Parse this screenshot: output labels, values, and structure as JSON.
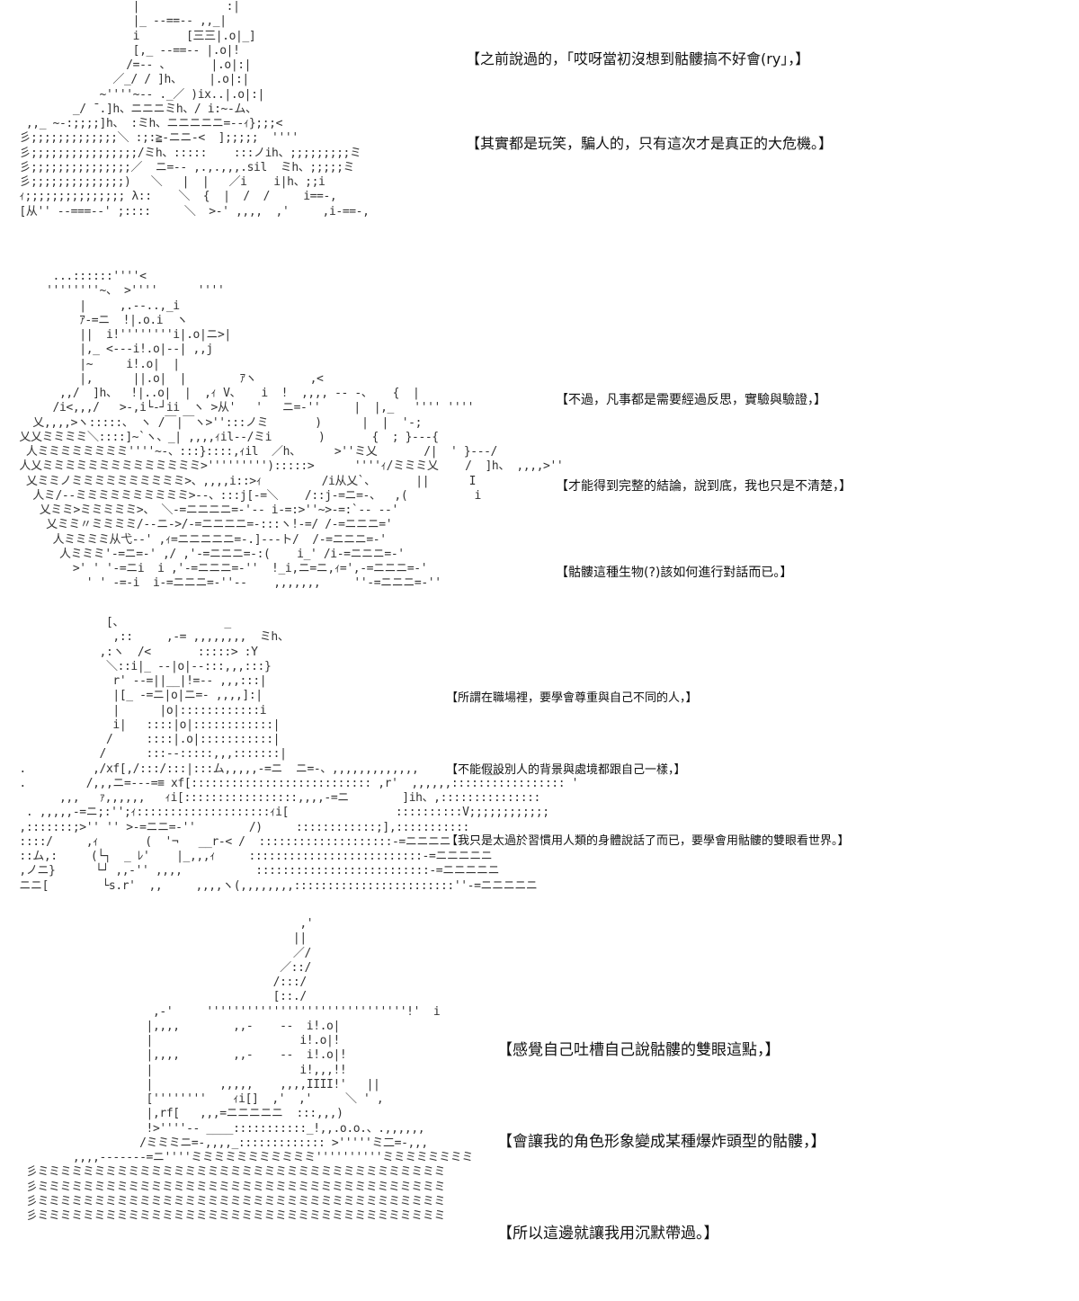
{
  "panels": [
    {
      "lines": [
        "【之前說過的，「哎呀當初沒想到骷髏搞不好會(ry」，】",
        "【其實都是玩笑，騙人的，只有這次才是真正的大危機。】"
      ]
    },
    {
      "lines": [
        "【不過，凡事都是需要經過反思，實驗與驗證，】",
        "【才能得到完整的結論，說到底，我也只是不清楚，】",
        "【骷髏這種生物(?)該如何進行對話而已。】"
      ]
    },
    {
      "lines": [
        "【所謂在職場裡，要學會尊重與自己不同的人，】",
        "【不能假設別人的背景與處境都跟自己一樣，】",
        "【我只是太過於習慣用人類的身體說話了而已，要學會用骷髏的雙眼看世界。】"
      ]
    },
    {
      "lines": [
        "【感覺自己吐槽自己說骷髏的雙眼這點，】",
        "【會讓我的角色形象變成某種爆炸頭型的骷髏，】",
        "【所以這邊就讓我用沉默帶過。】"
      ]
    }
  ]
}
